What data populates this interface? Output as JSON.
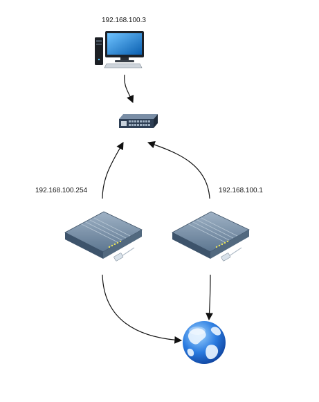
{
  "nodes": {
    "computer": {
      "ip": "192.168.100.3",
      "icon": "desktop-computer-icon"
    },
    "switch": {
      "icon": "network-switch-icon"
    },
    "router_left": {
      "ip": "192.168.100.254",
      "icon": "router-icon"
    },
    "router_right": {
      "ip": "192.168.100.1",
      "icon": "router-icon"
    },
    "internet": {
      "icon": "globe-icon"
    }
  },
  "edges": [
    {
      "from": "computer",
      "to": "switch"
    },
    {
      "from": "router_left",
      "to": "switch"
    },
    {
      "from": "router_right",
      "to": "switch"
    },
    {
      "from": "router_left",
      "to": "internet"
    },
    {
      "from": "router_right",
      "to": "internet"
    }
  ],
  "colors": {
    "arrow": "#111111",
    "device_body": "#4a6580",
    "device_top": "#7d94ab",
    "screen": "#1e88d8",
    "globe": "#1f6fd6",
    "switch": "#2e3f55"
  }
}
